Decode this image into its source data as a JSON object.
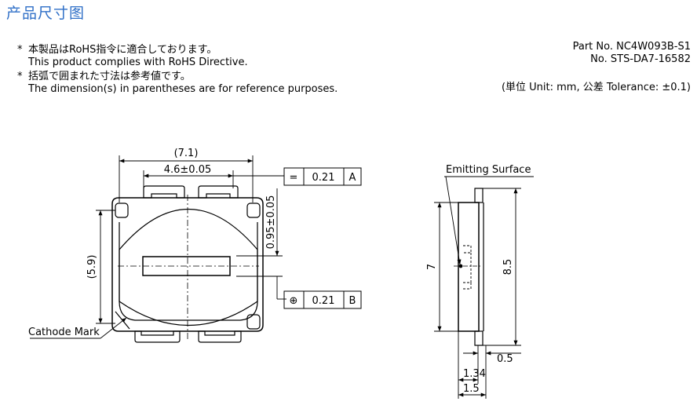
{
  "header": {
    "title": "产品尺寸图"
  },
  "notes": [
    {
      "star": "*",
      "ja": "本製品はRoHS指令に適合しております。",
      "en": "This product complies with RoHS Directive."
    },
    {
      "star": "*",
      "ja": "括弧で囲まれた寸法は参考値です。",
      "en": "The dimension(s) in parentheses are for reference purposes."
    }
  ],
  "part": {
    "part_no": "Part No. NC4W093B-S1",
    "doc_no": "No. STS-DA7-16582"
  },
  "units": {
    "text": "(単位 Unit: mm,  公差 Tolerance: ±0.1)"
  },
  "top_view": {
    "dim_width_ref": "(7.1)",
    "dim_lens": "4.6±0.05",
    "dim_vertical": "0.95±0.05",
    "dim_height_ref": "(5.9)",
    "cathode_label": "Cathode Mark",
    "frame_a": {
      "symbol": "=",
      "value": "0.21",
      "datum": "A"
    },
    "frame_b": {
      "symbol": "⊕",
      "value": "0.21",
      "datum": "B"
    }
  },
  "side_view": {
    "emitting_label": "Emitting Surface",
    "dim_height": "7",
    "dim_right": "8.5",
    "dim_05": "0.5",
    "dim_134": "1.34",
    "dim_15": "1.5"
  }
}
